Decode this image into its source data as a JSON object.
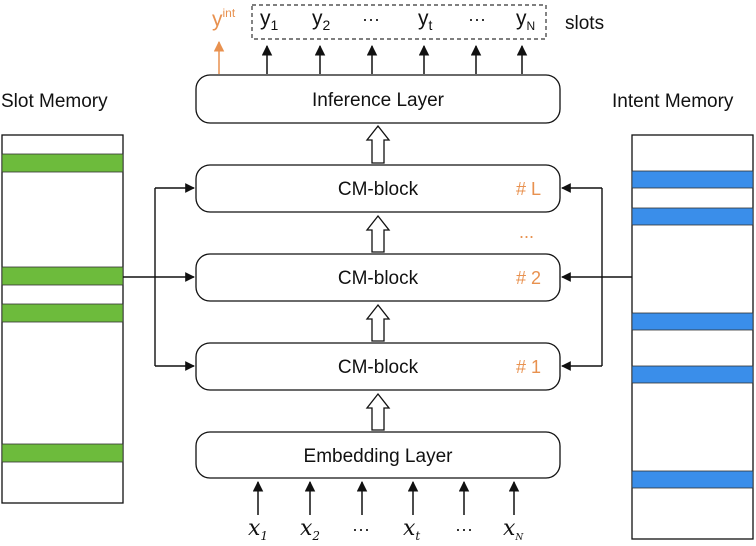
{
  "left_memory": {
    "title": "Slot Memory",
    "color": "#6dbb3c"
  },
  "right_memory": {
    "title": "Intent Memory",
    "color": "#3a8eea"
  },
  "inference": {
    "label": "Inference Layer"
  },
  "cm_blocks": [
    {
      "label": "CM-block",
      "tag": "# L"
    },
    {
      "label": "CM-block",
      "tag": "# 2"
    },
    {
      "label": "CM-block",
      "tag": "# 1"
    }
  ],
  "stack_dots": "...",
  "embedding": {
    "label": "Embedding Layer"
  },
  "outputs": {
    "intent": {
      "base": "y",
      "sup": "int"
    },
    "slots_label": "slots",
    "items": [
      {
        "base": "y",
        "sub": "1"
      },
      {
        "base": "y",
        "sub": "2"
      },
      {
        "base": "···",
        "sub": ""
      },
      {
        "base": "y",
        "sub": "t"
      },
      {
        "base": "···",
        "sub": ""
      },
      {
        "base": "y",
        "sub": "N"
      }
    ]
  },
  "inputs": [
    {
      "base": "x",
      "sub": "1"
    },
    {
      "base": "x",
      "sub": "2"
    },
    {
      "base": "···",
      "sub": ""
    },
    {
      "base": "x",
      "sub": "t"
    },
    {
      "base": "···",
      "sub": ""
    },
    {
      "base": "x",
      "sub": "N"
    }
  ],
  "accent_color": "#e8914f"
}
